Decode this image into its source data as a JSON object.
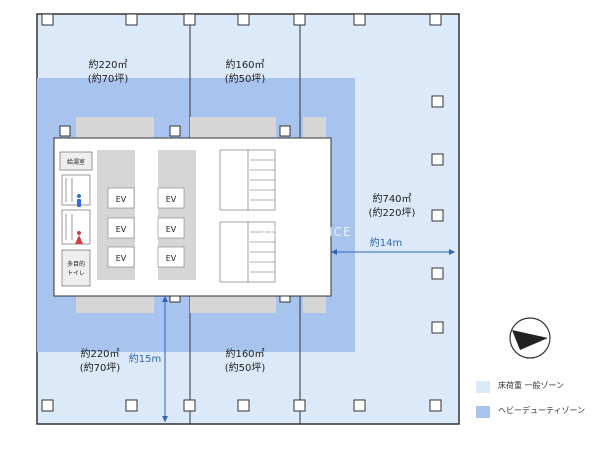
{
  "colors": {
    "general_zone": "#dbe9f9",
    "heavy_duty_zone": "#a8c4ee",
    "core": "#ffffff",
    "core_pad": "#d6d6d6",
    "dimension": "#2f66b5",
    "outline": "#333333",
    "restroom_male": "#2a6fdb",
    "restroom_female": "#d43c3c"
  },
  "areas": {
    "top_left": {
      "sqm": "約220㎡",
      "tsubo": "(約70坪)"
    },
    "top_middle": {
      "sqm": "約160㎡",
      "tsubo": "(約50坪)"
    },
    "right": {
      "sqm": "約740㎡",
      "tsubo": "(約220坪)"
    },
    "bottom_left": {
      "sqm": "約220㎡",
      "tsubo": "(約70坪)"
    },
    "bottom_middle": {
      "sqm": "約160㎡",
      "tsubo": "(約50坪)"
    }
  },
  "dimensions": {
    "horizontal": "約14m",
    "vertical": "約15m"
  },
  "core_rooms": {
    "kitchenette": "給湯室",
    "multipurpose_toilet_line1": "多目的",
    "multipurpose_toilet_line2": "トイレ",
    "elevators": [
      "EV",
      "EV",
      "EV",
      "EV",
      "EV",
      "EV"
    ]
  },
  "watermark": "ZERO OFFICE",
  "compass_icon": "north-arrow-icon",
  "legend": [
    {
      "label": "床荷重 一般ゾーン",
      "color": "#dbe9f9"
    },
    {
      "label": "ヘビーデューティゾーン",
      "color": "#a8c4ee"
    }
  ]
}
